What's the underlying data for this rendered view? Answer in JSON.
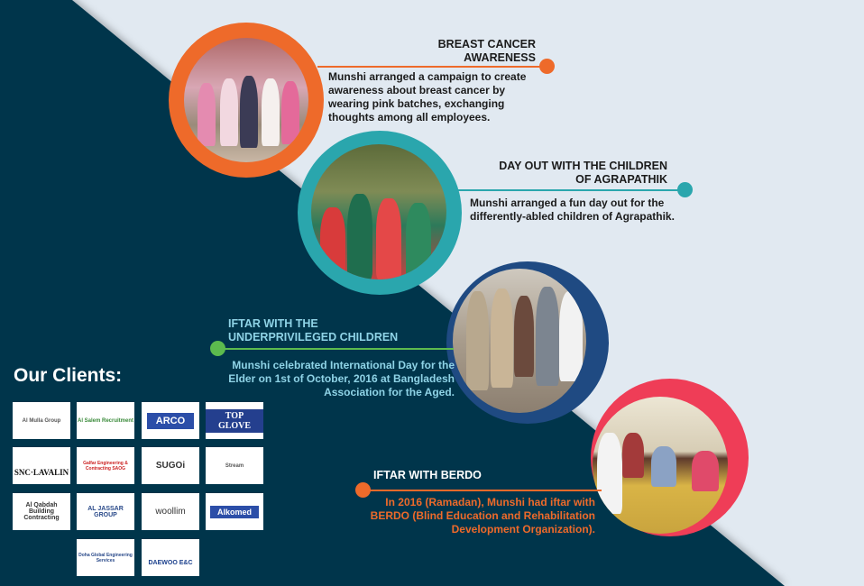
{
  "colors": {
    "dark": "#06364c",
    "light": "#e1e9f1",
    "orange": "#ee6a2a",
    "teal": "#2aa6ad",
    "navy": "#1f4a82",
    "red": "#ef3d57",
    "green": "#5cbb4e",
    "text_dark": "#1b1b1b",
    "text_light_blue": "#8fd3e6"
  },
  "events": [
    {
      "title": "BREAST CANCER AWARENESS",
      "description": "Munshi arranged a campaign to create awareness about breast cancer by wearing pink batches, exchanging thoughts among all employees."
    },
    {
      "title": "DAY OUT WITH THE CHILDREN OF AGRAPATHIK",
      "description": "Munshi arranged a fun day out for the differently-abled children of Agrapathik."
    },
    {
      "title": "IFTAR WITH THE UNDERPRIVILEGED CHILDREN",
      "description": "Munshi celebrated International Day for the Elder on 1st of October, 2016 at Bangladesh Association for the Aged."
    },
    {
      "title": "IFTAR WITH BERDO",
      "description": "In 2016 (Ramadan), Munshi  had iftar with BERDO (Blind Education and Rehabilitation Development Organization)."
    }
  ],
  "clients": {
    "title": "Our Clients:",
    "logos": [
      "Al Mulla Group",
      "Al Salem Recruitment",
      "ARCO",
      "TOP GLOVE",
      "SNC·LAVALIN",
      "Galfar Engineering & Contracting SAOG",
      "SUGOi",
      "Stream",
      "Al Qabdah Building Contracting",
      "AL JASSAR GROUP",
      "woollim",
      "Alkomed",
      "Doha Global Engineering Services",
      "DAEWOO E&C"
    ]
  }
}
